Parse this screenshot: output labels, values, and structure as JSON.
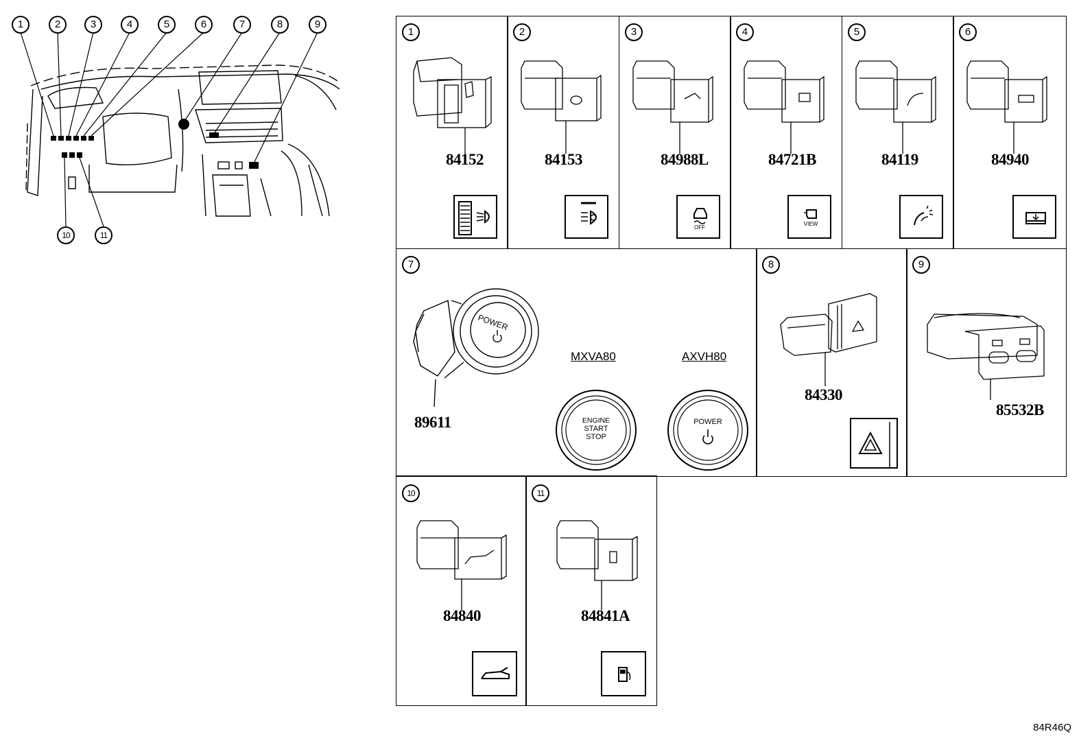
{
  "overview": {
    "callouts": [
      "1",
      "2",
      "3",
      "4",
      "5",
      "6",
      "7",
      "8",
      "9",
      "10",
      "11"
    ]
  },
  "panels": [
    {
      "index": "1",
      "part": "84152",
      "icon": "headlamp-leveling-icon"
    },
    {
      "index": "2",
      "part": "84153",
      "icon": "auto-high-beam-icon"
    },
    {
      "index": "3",
      "part": "84988L",
      "icon": "traction-control-off-icon",
      "icon_text": "OFF"
    },
    {
      "index": "4",
      "part": "84721B",
      "icon": "camera-view-icon",
      "icon_text": "VIEW"
    },
    {
      "index": "5",
      "part": "84119",
      "icon": "head-up-display-icon"
    },
    {
      "index": "6",
      "part": "84940",
      "icon": "sunshade-icon"
    },
    {
      "index": "7",
      "part": "89611",
      "icon": "power-button-icon",
      "button_text": "POWER",
      "variants": [
        {
          "model": "MXVA80",
          "lines": [
            "ENGINE",
            "START",
            "STOP"
          ]
        },
        {
          "model": "AXVH80",
          "lines": [
            "POWER"
          ]
        }
      ]
    },
    {
      "index": "8",
      "part": "84330",
      "icon": "hazard-icon"
    },
    {
      "index": "9",
      "part": "85532B",
      "icon": "seat-heater-icon"
    },
    {
      "index": "10",
      "part": "84840",
      "icon": "trunk-open-icon"
    },
    {
      "index": "11",
      "part": "84841A",
      "icon": "fuel-door-icon"
    }
  ],
  "figure_code": "84R46Q"
}
